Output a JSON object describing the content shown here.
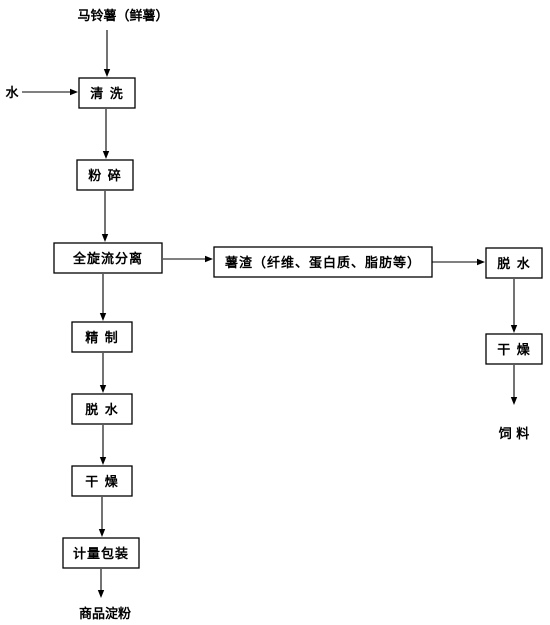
{
  "colors": {
    "ink": "#000000",
    "background": "#ffffff"
  },
  "nodes": [
    {
      "id": "raw",
      "label": "马铃薯（鲜薯）",
      "boxed": false
    },
    {
      "id": "water-in",
      "label": "水",
      "boxed": false
    },
    {
      "id": "wash",
      "label": "清 洗",
      "boxed": true
    },
    {
      "id": "crush",
      "label": "粉 碎",
      "boxed": true
    },
    {
      "id": "cyclone",
      "label": "全旋流分离",
      "boxed": true
    },
    {
      "id": "residue",
      "label": "薯渣（纤维、蛋白质、脂肪等）",
      "boxed": true
    },
    {
      "id": "dewater-right",
      "label": "脱 水",
      "boxed": true
    },
    {
      "id": "dry-right",
      "label": "干 燥",
      "boxed": true
    },
    {
      "id": "feed",
      "label": "饲 料",
      "boxed": false
    },
    {
      "id": "refine",
      "label": "精 制",
      "boxed": true
    },
    {
      "id": "dewater-left",
      "label": "脱 水",
      "boxed": true
    },
    {
      "id": "dry-left",
      "label": "干 燥",
      "boxed": true
    },
    {
      "id": "package",
      "label": "计量包装",
      "boxed": true
    },
    {
      "id": "product",
      "label": "商品淀粉",
      "boxed": false
    }
  ],
  "edges": [
    {
      "from": "raw",
      "to": "wash"
    },
    {
      "from": "water-in",
      "to": "wash"
    },
    {
      "from": "wash",
      "to": "crush"
    },
    {
      "from": "crush",
      "to": "cyclone"
    },
    {
      "from": "cyclone",
      "to": "residue"
    },
    {
      "from": "residue",
      "to": "dewater-right"
    },
    {
      "from": "dewater-right",
      "to": "dry-right"
    },
    {
      "from": "dry-right",
      "to": "feed"
    },
    {
      "from": "cyclone",
      "to": "refine"
    },
    {
      "from": "refine",
      "to": "dewater-left"
    },
    {
      "from": "dewater-left",
      "to": "dry-left"
    },
    {
      "from": "dry-left",
      "to": "package"
    },
    {
      "from": "package",
      "to": "product"
    }
  ]
}
